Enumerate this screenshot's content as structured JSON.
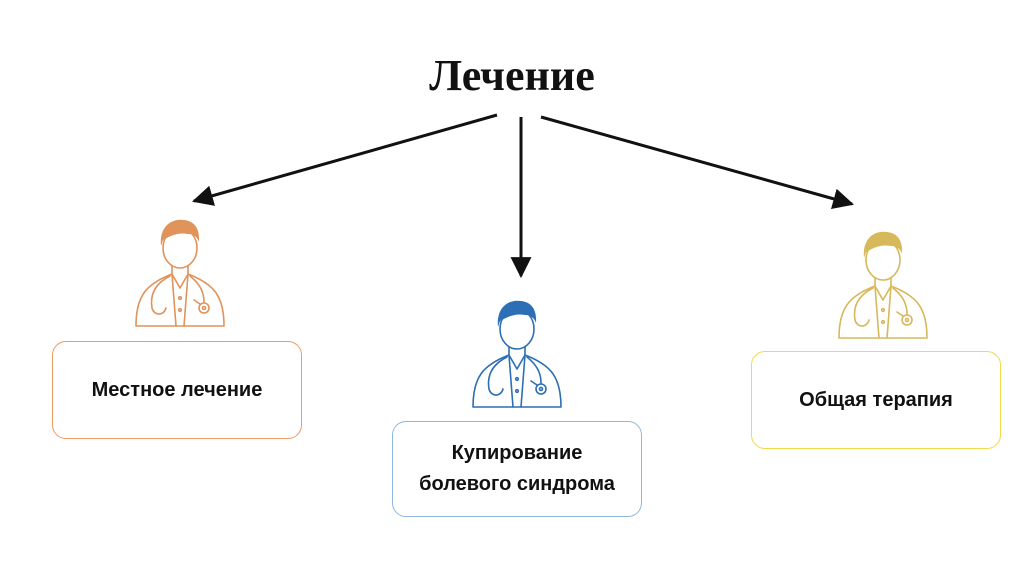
{
  "title": "Лечение",
  "colors": {
    "arrow": "#111111",
    "left": "#E0935A",
    "middle": "#2C6FB4",
    "right": "#D7B85A",
    "box_left_border": "#EE9A62",
    "box_mid_border": "#8FB6DE",
    "box_right_border": "#F2D84A"
  },
  "nodes": [
    {
      "label": "Местное лечение",
      "icon": "doctor-icon",
      "color_key": "left"
    },
    {
      "label": "Купирование\nболевого синдрома",
      "icon": "doctor-icon",
      "color_key": "middle"
    },
    {
      "label": "Общая терапия",
      "icon": "doctor-icon",
      "color_key": "right"
    }
  ]
}
